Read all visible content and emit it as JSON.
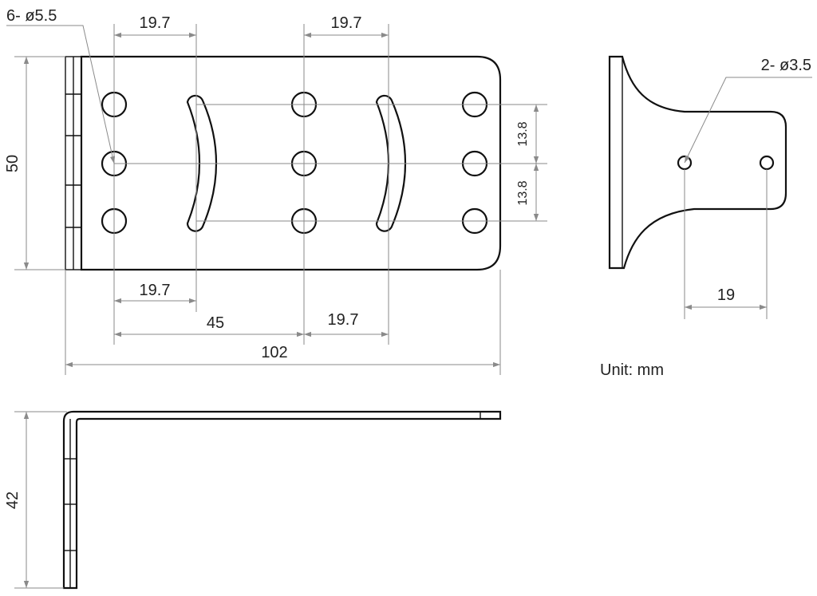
{
  "labels": {
    "holes_callout": "6- ø5.5",
    "top_left_spacing": "19.7",
    "top_right_spacing": "19.7",
    "height": "50",
    "slot_upper_offset": "13.8",
    "slot_lower_offset": "13.8",
    "bottom_left_spacing": "19.7",
    "middle_span": "45",
    "bottom_right_spacing": "19.7",
    "total_length": "102",
    "side_holes_callout": "2- ø3.5",
    "side_hole_spacing": "19",
    "unit": "Unit: mm",
    "bend_height": "42"
  }
}
